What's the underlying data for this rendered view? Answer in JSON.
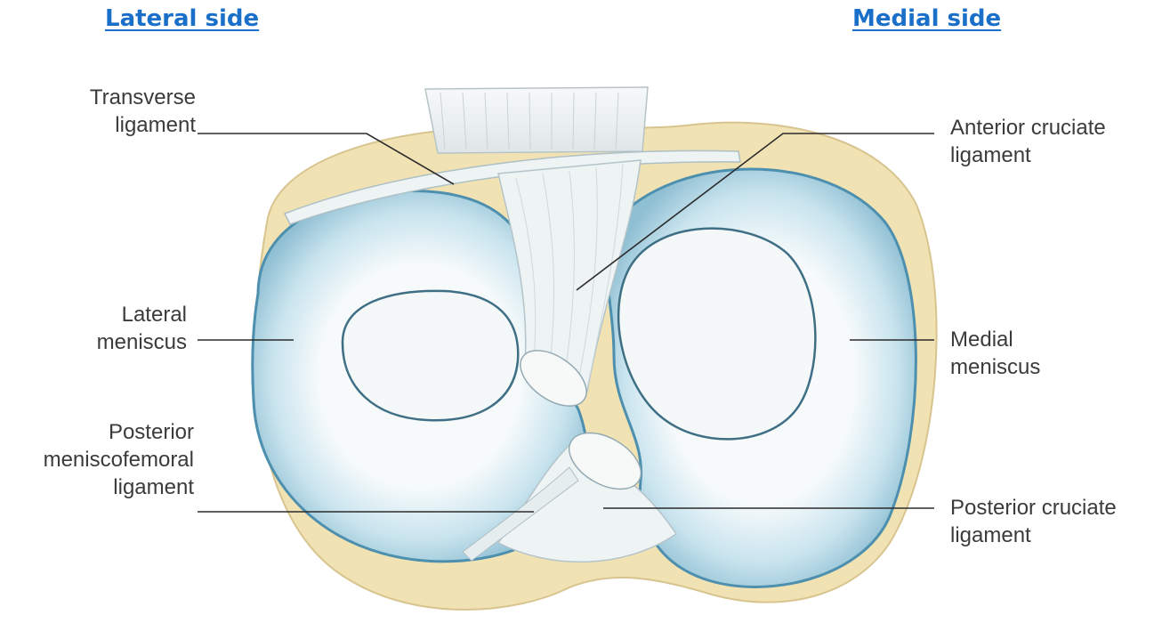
{
  "headings": {
    "lateral": "Lateral side",
    "medial": "Medial side"
  },
  "labels": {
    "transverse_ligament": [
      "Transverse",
      "ligament"
    ],
    "lateral_meniscus": [
      "Lateral",
      "meniscus"
    ],
    "posterior_meniscofemoral_ligament": [
      "Posterior",
      "meniscofemoral",
      "ligament"
    ],
    "anterior_cruciate_ligament": [
      "Anterior cruciate",
      "ligament"
    ],
    "medial_meniscus": [
      "Medial",
      "meniscus"
    ],
    "posterior_cruciate_ligament": [
      "Posterior cruciate",
      "ligament"
    ]
  },
  "colors": {
    "heading": "#1a6fc9",
    "bone": "#f1e2b4",
    "meniscus": "#b9dbe7",
    "meniscus_inner": "#f3f8f9",
    "ligament": "#eef3f4",
    "leader_line": "#2b2b2b"
  }
}
